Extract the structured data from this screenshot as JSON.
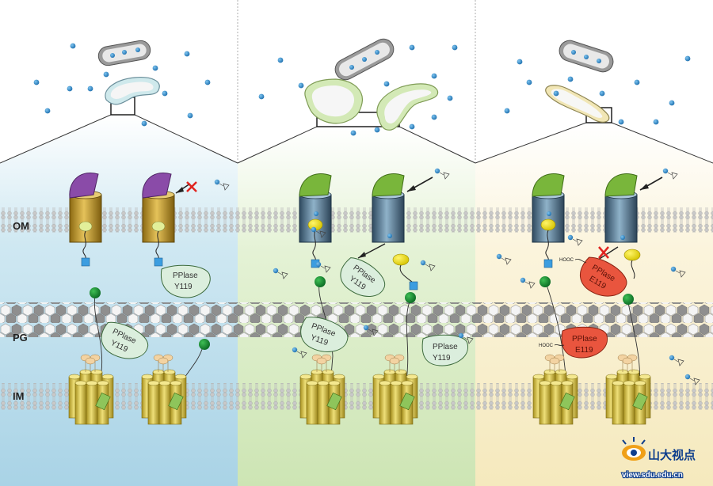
{
  "layers": {
    "om": "OM",
    "pg": "PG",
    "im": "IM"
  },
  "enzymes": {
    "panel1_upper": [
      "PPlase",
      "Y119"
    ],
    "panel1_lower": [
      "PPlase",
      "Y119"
    ],
    "panel2_upper": [
      "PPlase",
      "Y119"
    ],
    "panel2_lower_left": [
      "PPlase",
      "Y119"
    ],
    "panel2_lower_right": [
      "PPlase",
      "Y119"
    ],
    "panel3_upper": [
      "PPlase",
      "E119"
    ],
    "panel3_lower": [
      "PPlase",
      "E119"
    ]
  },
  "tail_label": "HOOC",
  "watermark": {
    "name": "山大视点",
    "url": "view.sdu.edu.cn"
  },
  "colors": {
    "panel1_bg": "#bfe0ee",
    "panel2_bg": "#dceec8",
    "panel3_bg": "#f8efcf",
    "particle": "#2a86c9",
    "cap_purple": "#8a4ba8",
    "cap_green": "#79b63b",
    "enzyme_green": "#dbeedd",
    "enzyme_red": "#e9553e",
    "pg_grey": "#9a9a9a",
    "im_yellow": "#d7c34a",
    "block_x": "#e0231f"
  }
}
